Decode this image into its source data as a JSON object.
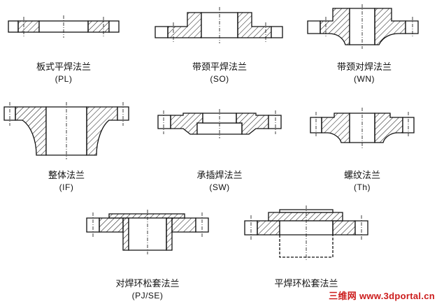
{
  "flanges": [
    {
      "name": "板式平焊法兰",
      "abbr": "(PL)"
    },
    {
      "name": "带颈平焊法兰",
      "abbr": "(SO)"
    },
    {
      "name": "带颈对焊法兰",
      "abbr": "(WN)"
    },
    {
      "name": "整体法兰",
      "abbr": "(IF)"
    },
    {
      "name": "承插焊法兰",
      "abbr": "(SW)"
    },
    {
      "name": "螺纹法兰",
      "abbr": "(Th)"
    },
    {
      "name": "对焊环松套法兰",
      "abbr": "(PJ/SE)"
    },
    {
      "name": "平焊环松套法兰",
      "abbr": ""
    }
  ],
  "watermark": "三维网 www.3dportal.cn"
}
